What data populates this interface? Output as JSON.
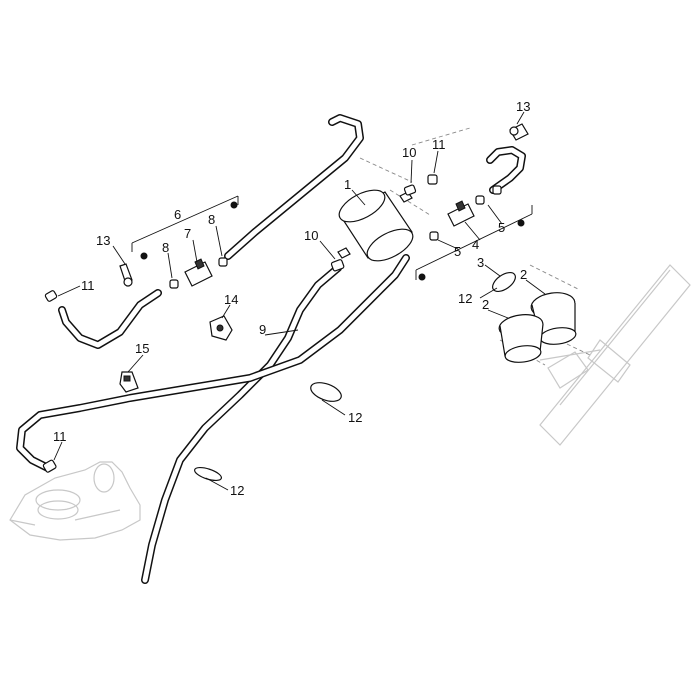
{
  "diagram": {
    "callouts": [
      {
        "id": "c1",
        "text": "1"
      },
      {
        "id": "c2a",
        "text": "2"
      },
      {
        "id": "c2b",
        "text": "2"
      },
      {
        "id": "c3",
        "text": "3"
      },
      {
        "id": "c4",
        "text": "4"
      },
      {
        "id": "c5a",
        "text": "5"
      },
      {
        "id": "c5b",
        "text": "5"
      },
      {
        "id": "c6",
        "text": "6"
      },
      {
        "id": "c7",
        "text": "7"
      },
      {
        "id": "c8a",
        "text": "8"
      },
      {
        "id": "c8b",
        "text": "8"
      },
      {
        "id": "c9",
        "text": "9"
      },
      {
        "id": "c10a",
        "text": "10"
      },
      {
        "id": "c10b",
        "text": "10"
      },
      {
        "id": "c11a",
        "text": "11"
      },
      {
        "id": "c11b",
        "text": "11"
      },
      {
        "id": "c11c",
        "text": "11"
      },
      {
        "id": "c12a",
        "text": "12"
      },
      {
        "id": "c12b",
        "text": "12"
      },
      {
        "id": "c12c",
        "text": "12"
      },
      {
        "id": "c13a",
        "text": "13"
      },
      {
        "id": "c13b",
        "text": "13"
      },
      {
        "id": "c14",
        "text": "14"
      },
      {
        "id": "c15",
        "text": "15"
      }
    ]
  }
}
